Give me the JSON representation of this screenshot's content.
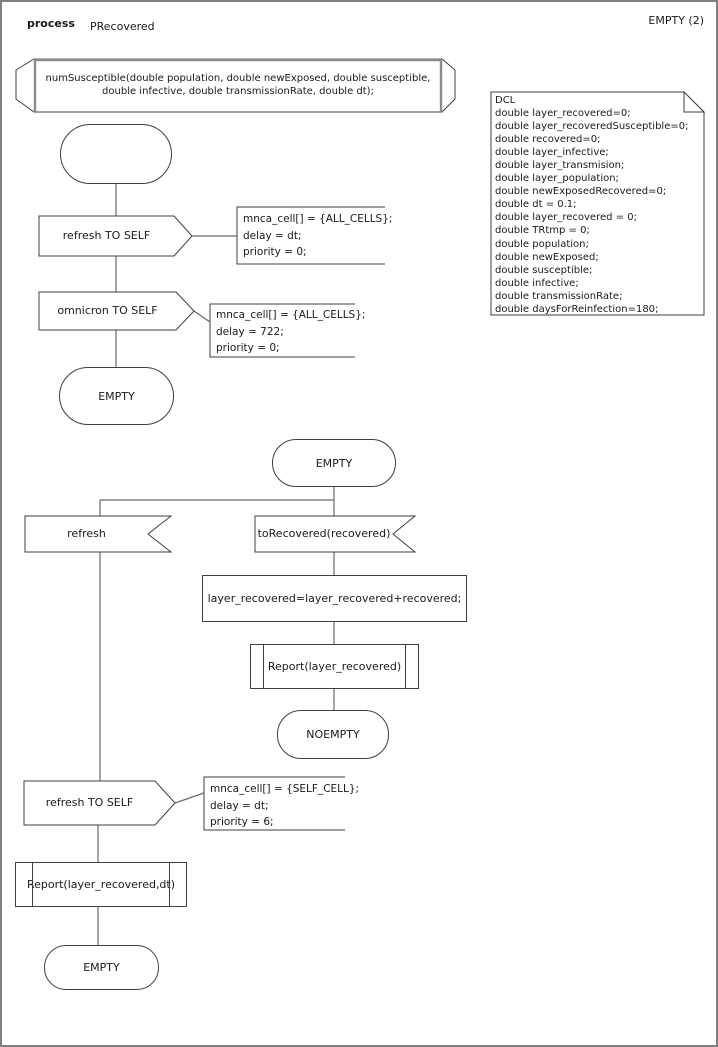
{
  "header": {
    "kind": "process",
    "name": "PRecovered",
    "page": "EMPTY (2)"
  },
  "procedure_declaration": {
    "line1": "numSusceptible(double population, double newExposed, double susceptible,",
    "line2": "double infective, double transmissionRate, double dt);"
  },
  "dcl": {
    "lines": [
      "DCL",
      "double layer_recovered=0;",
      "double layer_recoveredSusceptible=0;",
      "double recovered=0;",
      "double layer_infective;",
      "double layer_transmision;",
      "double layer_population;",
      "double newExposedRecovered=0;",
      "double dt = 0.1;",
      "double layer_recovered = 0;",
      "double TRtmp = 0;",
      "double population;",
      "double newExposed;",
      "double susceptible;",
      "double infective;",
      "double transmissionRate;",
      "double daysForReinfection=180;"
    ]
  },
  "flow_top": {
    "output_refresh": "refresh TO SELF",
    "note_refresh": {
      "l1": "mnca_cell[] = {ALL_CELLS};",
      "l2": "delay = dt;",
      "l3": "priority = 0;"
    },
    "output_omnicron": "omnicron TO SELF",
    "note_omnicron": {
      "l1": "mnca_cell[] = {ALL_CELLS};",
      "l2": "delay = 722;",
      "l3": "priority = 0;"
    },
    "state_end": "EMPTY"
  },
  "flow_main": {
    "state_start": "EMPTY",
    "input_refresh": "refresh",
    "input_torecovered": "toRecovered(recovered)",
    "task_assign": "layer_recovered=layer_recovered+recovered;",
    "call_report": "Report(layer_recovered)",
    "state_noempty": "NOEMPTY",
    "output_refresh_self": "refresh TO SELF",
    "note_refresh_self": {
      "l1": "mnca_cell[] = {SELF_CELL};",
      "l2": "delay = dt;",
      "l3": "priority = 6;"
    },
    "call_report_dt": "Report(layer_recovered,dt)",
    "state_end": "EMPTY"
  }
}
